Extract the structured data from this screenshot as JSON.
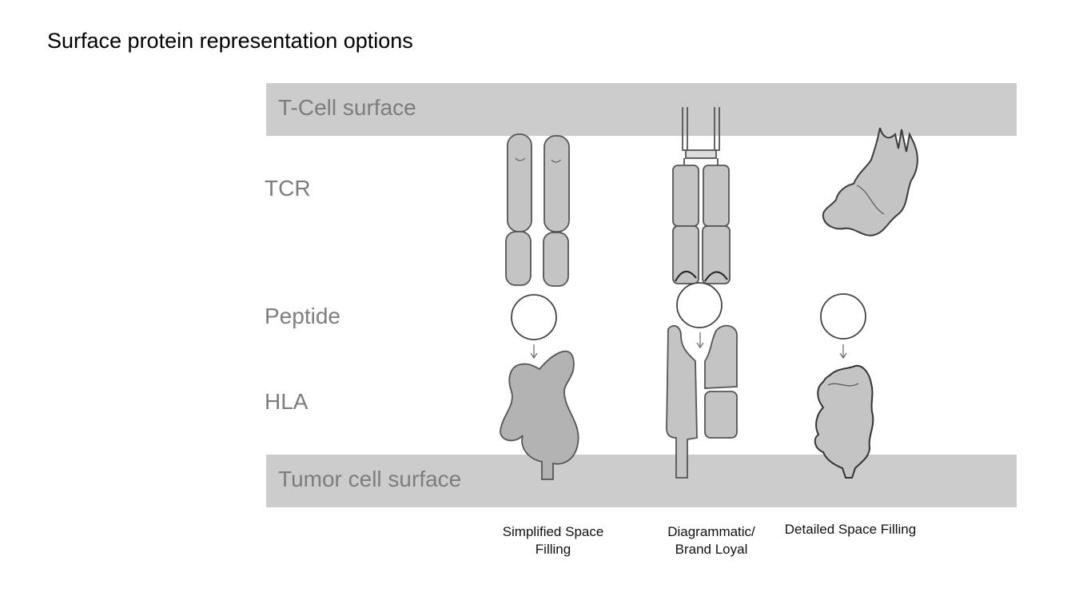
{
  "title": "Surface protein representation options",
  "surfaces": {
    "top": "T-Cell surface",
    "bottom": "Tumor cell surface"
  },
  "rows": {
    "tcr": "TCR",
    "peptide": "Peptide",
    "hla": "HLA"
  },
  "columns": {
    "simplified": "Simplified Space Filling",
    "diagrammatic": "Diagrammatic/ Brand Loyal",
    "detailed": "Detailed Space Filling"
  },
  "colors": {
    "band": "#cccccc",
    "label": "#7d7d7d",
    "shape_fill": "#c4c4c4",
    "shape_dark": "#a8a8a8",
    "outline": "#555555"
  }
}
